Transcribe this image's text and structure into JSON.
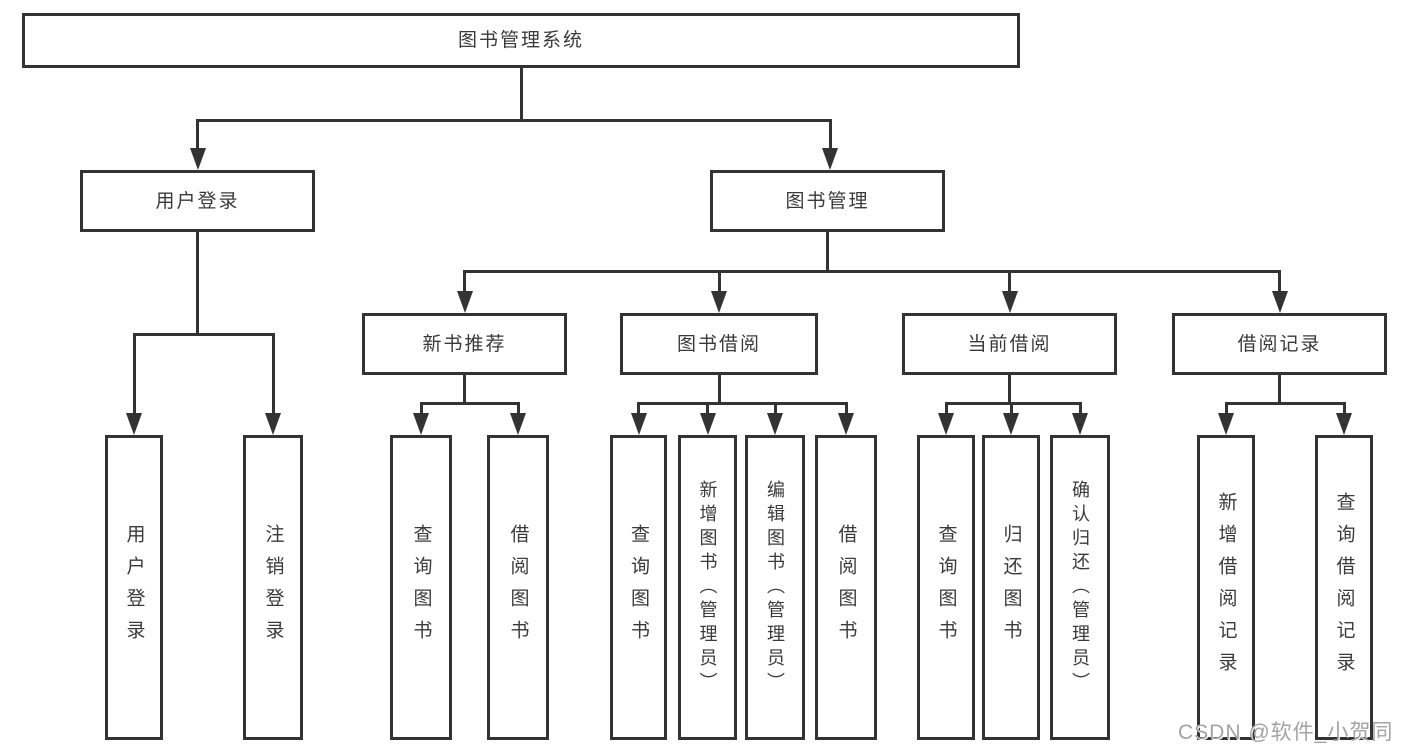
{
  "diagram": {
    "root": "图书管理系统",
    "login": {
      "label": "用户登录",
      "children": [
        "用户登录",
        "注销登录"
      ]
    },
    "mgmt": {
      "label": "图书管理",
      "sections": [
        {
          "label": "新书推荐",
          "children": [
            "查询图书",
            "借阅图书"
          ]
        },
        {
          "label": "图书借阅",
          "children": [
            "查询图书",
            "新增图书（管理员）",
            "编辑图书（管理员）",
            "借阅图书"
          ]
        },
        {
          "label": "当前借阅",
          "children": [
            "查询图书",
            "归还图书",
            "确认归还（管理员）"
          ]
        },
        {
          "label": "借阅记录",
          "children": [
            "新增借阅记录",
            "查询借阅记录"
          ]
        }
      ]
    }
  },
  "watermark": {
    "text": "CSDN @软件_小贺同学",
    "color": "#a3a3a3"
  },
  "colors": {
    "line": "#333333",
    "box_border": "#333333",
    "background": "#ffffff",
    "text": "#3a3a3a"
  }
}
